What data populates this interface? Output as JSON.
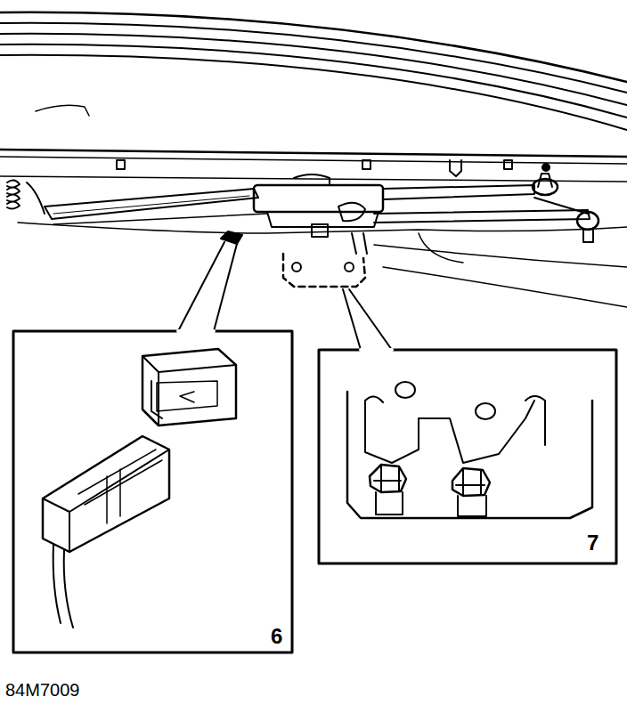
{
  "diagram": {
    "labels": [
      "6",
      "7",
      "84M7009"
    ]
  }
}
